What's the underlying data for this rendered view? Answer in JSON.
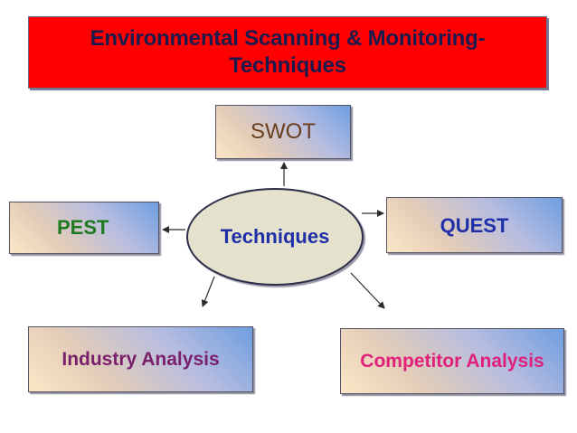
{
  "title": {
    "line1": "Environmental Scanning & Monitoring-",
    "line2": "Techniques"
  },
  "center": {
    "label": "Techniques"
  },
  "nodes": {
    "swot": "SWOT",
    "pest": "PEST",
    "quest": "QUEST",
    "industry": "Industry Analysis",
    "competitor": "Competitor Analysis"
  },
  "colors": {
    "title_background": "#ff0000",
    "title_text": "#1a1a4e",
    "swot_text": "#6b3f1d",
    "pest_text": "#1f7a1f",
    "quest_text": "#1f2fa8",
    "industry_text": "#7a1f6b",
    "competitor_text": "#e0207a",
    "center_text": "#1f2fa8",
    "center_fill": "#e4e1cd"
  }
}
